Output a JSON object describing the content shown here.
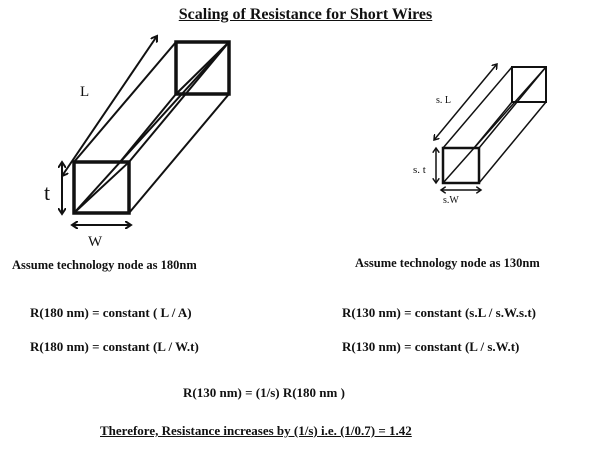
{
  "title": "Scaling of Resistance for Short Wires",
  "diagram_left": {
    "length_label": "L",
    "thickness_label": "t",
    "width_label": "W"
  },
  "diagram_right": {
    "length_label": "s. L",
    "thickness_label": "s. t",
    "width_label": "s.W"
  },
  "left": {
    "assumption": "Assume technology node as 180nm",
    "eq1": "R(180 nm) =  constant ( L / A)",
    "eq2": "R(180 nm) = constant (L / W.t)"
  },
  "right": {
    "assumption": "Assume technology node as 130nm",
    "eq1": "R(130 nm) = constant (s.L / s.W.s.t)",
    "eq2": "R(130 nm) = constant (L / s.W.t)"
  },
  "result": "R(130 nm) = (1/s) R(180 nm )",
  "conclusion": "Therefore, Resistance increases by (1/s) i.e. (1/0.7) = 1.42"
}
